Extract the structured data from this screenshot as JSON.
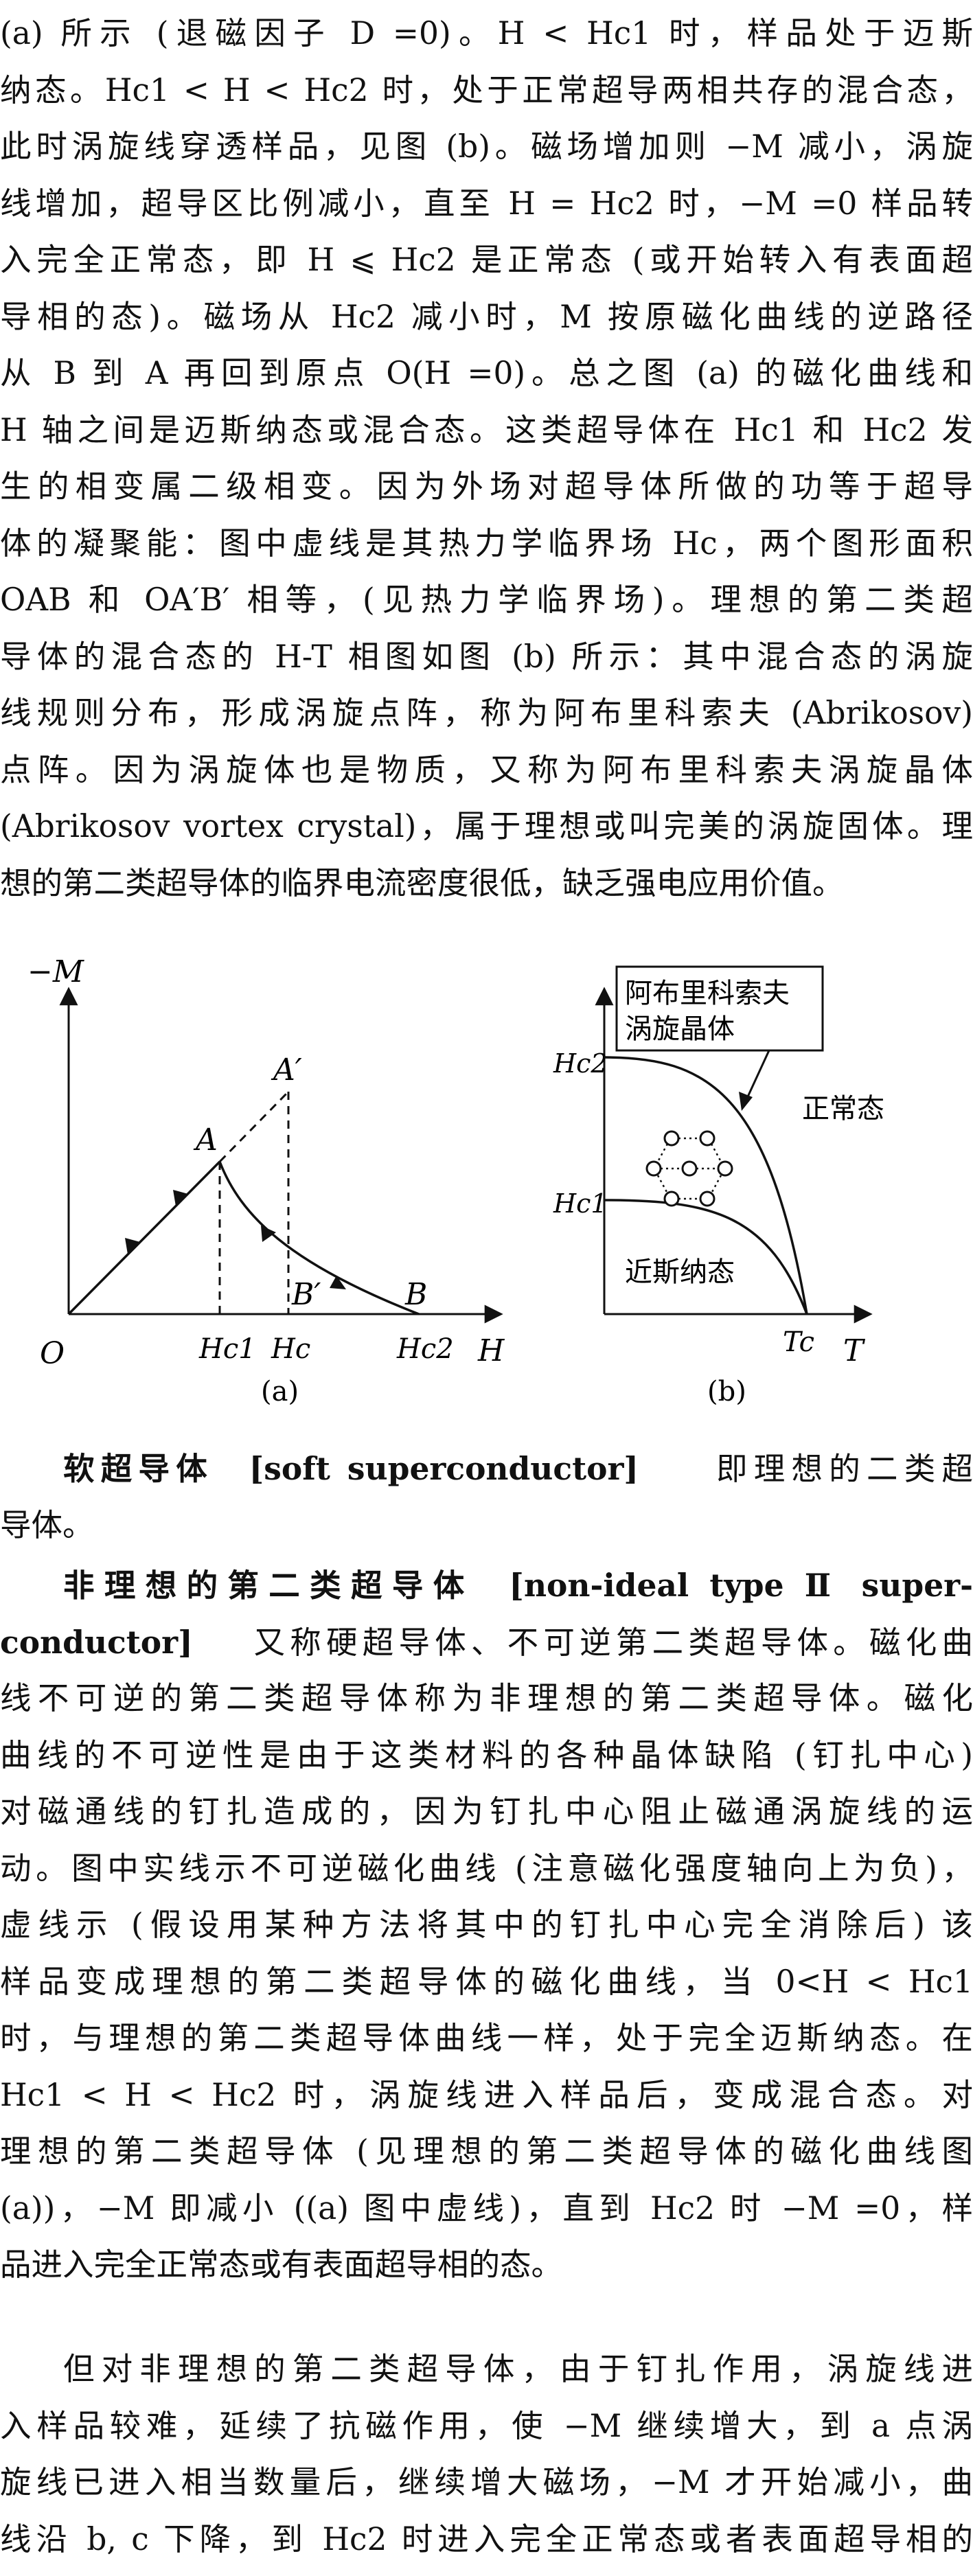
{
  "para1": [
    "(a) 所示 (退磁因子 D =0)。H < Hc1 时，样品处于迈斯",
    "纳态。Hc1 < H < Hc2 时，处于正常超导两相共存的混合态，",
    "此时涡旋线穿透样品，见图 (b)。磁场增加则 −M 减小，涡旋",
    "线增加，超导区比例减小，直至 H = Hc2 时，−M =0 样品转",
    "入完全正常态，即 H ⩽ Hc2 是正常态 (或开始转入有表面超",
    "导相的态)。磁场从 Hc2 减小时，M 按原磁化曲线的逆路径",
    "从 B 到 A 再回到原点 O(H =0)。总之图 (a) 的磁化曲线和",
    "H 轴之间是迈斯纳态或混合态。这类超导体在 Hc1 和 Hc2 发",
    "生的相变属二级相变。因为外场对超导体所做的功等于超导",
    "体的凝聚能：图中虚线是其热力学临界场 Hc，两个图形面积",
    "OAB 和 OA′B′ 相等，(见热力学临界场)。理想的第二类超",
    "导体的混合态的 H-T 相图如图 (b) 所示：其中混合态的涡旋",
    "线规则分布，形成涡旋点阵，称为阿布里科索夫 (Abrikosov)",
    "点阵。因为涡旋体也是物质，又称为阿布里科索夫涡旋晶体",
    "(Abrikosov vortex crystal)，属于理想或叫完美的涡旋固体。理",
    "想的第二类超导体的临界电流密度很低，缺乏强电应用价值。"
  ],
  "figure_a": {
    "axis_y": "−M",
    "axis_x": "H",
    "origin": "O",
    "point_A": "A",
    "point_A_prime": "A′",
    "point_B": "B",
    "point_B_prime": "B′",
    "tick_hc1": "Hc1",
    "tick_hc": "Hc",
    "tick_hc2": "Hc2",
    "caption": "(a)"
  },
  "figure_b": {
    "axis_x": "T",
    "tick_tc": "Tc",
    "tick_hc2": "Hc2",
    "tick_hc1": "Hc1",
    "box_line1": "阿布里科索夫",
    "box_line2": "涡旋晶体",
    "normal_label": "正常态",
    "meissner_label": "近斯纳态",
    "caption": "(b)"
  },
  "entry_soft": {
    "term": "软超导体",
    "english": "[soft superconductor]",
    "def_line1": "即理想的二类超",
    "def_line2": "导体。"
  },
  "entry_nonideal": {
    "term": "非理想的第二类超导体",
    "english1": "[non-ideal type Ⅱ super-",
    "english2": "conductor]",
    "lines": [
      "又称硬超导体、不可逆第二类超导体。磁化曲",
      "线不可逆的第二类超导体称为非理想的第二类超导体。磁化",
      "曲线的不可逆性是由于这类材料的各种晶体缺陷 (钉扎中心)",
      "对磁通线的钉扎造成的，因为钉扎中心阻止磁通涡旋线的运",
      "动。图中实线示不可逆磁化曲线 (注意磁化强度轴向上为负)，",
      "虚线示 (假设用某种方法将其中的钉扎中心完全消除后) 该",
      "样品变成理想的第二类超导体的磁化曲线，当 0<H < Hc1",
      "时，与理想的第二类超导体曲线一样，处于完全迈斯纳态。在",
      "Hc1 < H < Hc2 时，涡旋线进入样品后，变成混合态。对",
      "理想的第二类超导体 (见理想的第二类超导体的磁化曲线图",
      "(a))，−M 即减小 ((a) 图中虚线)，直到 Hc2 时 −M =0，样",
      "品进入完全正常态或有表面超导相的态。"
    ]
  },
  "para_last": [
    "但对非理想的第二类超导体，由于钉扎作用，涡旋线进",
    "入样品较难，延续了抗磁作用，使 −M 继续增大，到 a 点涡",
    "旋线已进入相当数量后，继续增大磁场，−M 才开始减小，曲",
    "线沿 b, c 下降，到 Hc2 时进入完全正常态或者表面超导相的"
  ]
}
